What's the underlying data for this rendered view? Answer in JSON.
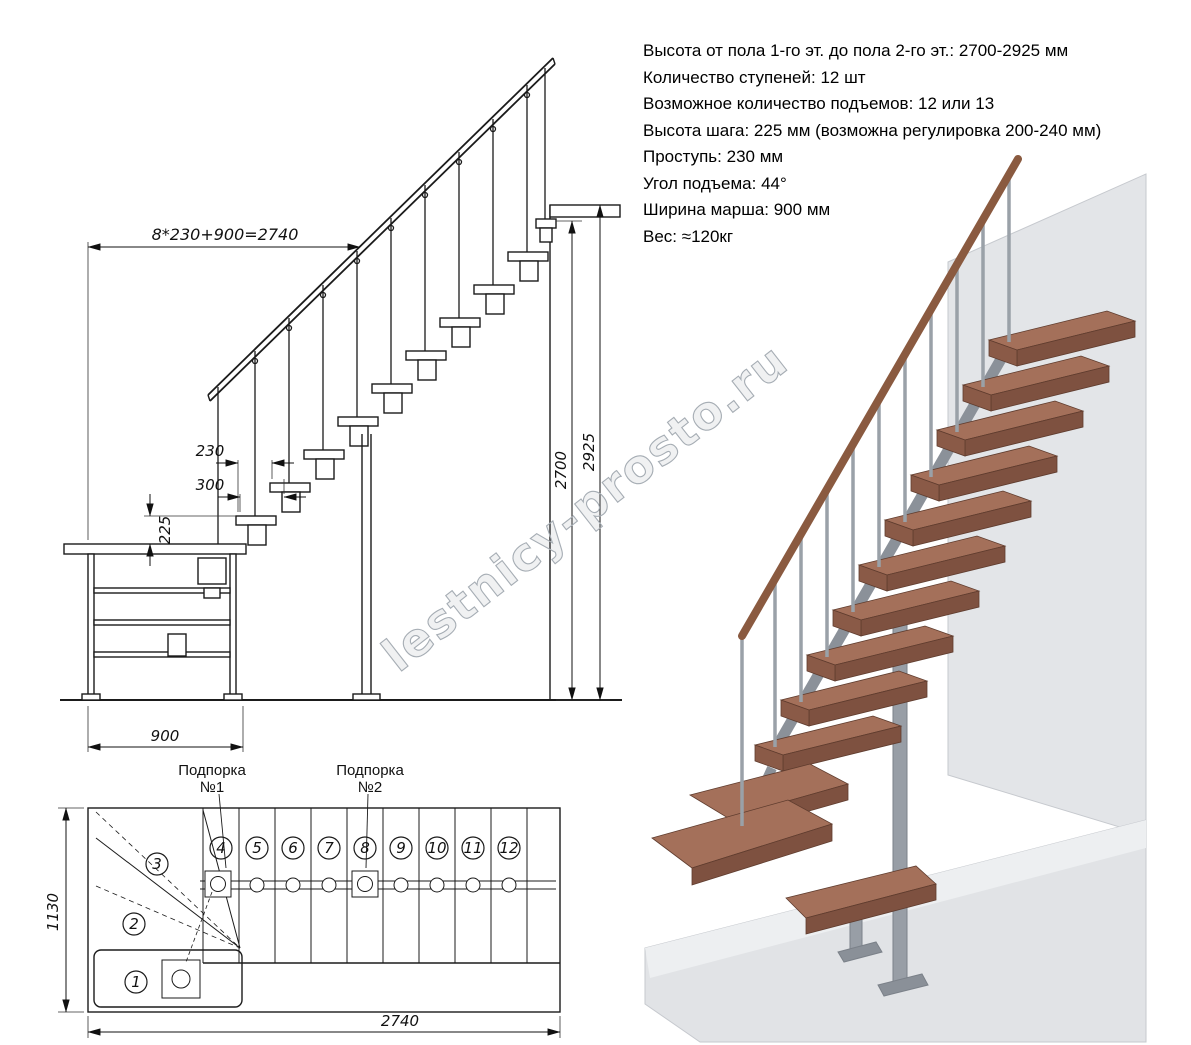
{
  "specs": {
    "lines": [
      "Высота от пола 1-го эт. до пола 2-го эт.: 2700-2925 мм",
      "Количество ступеней: 12 шт",
      "Возможное количество подъемов: 12 или 13",
      "Высота шага: 225 мм (возможна регулировка 200-240 мм)",
      "Проступь: 230 мм",
      "Угол подъема: 44°",
      "Ширина марша: 900 мм",
      "Вес: ≈120кг"
    ]
  },
  "elevation": {
    "dim_total_run": "8*230+900=2740",
    "dim_tread": "230",
    "dim_module": "300",
    "dim_riser": "225",
    "dim_height_current": "2700",
    "dim_height_max": "2925",
    "dim_platform_width": "900"
  },
  "plan": {
    "support1_word": "Подпорка",
    "support1_no": "№1",
    "support2_word": "Подпорка",
    "support2_no": "№2",
    "dim_depth": "1130",
    "dim_length": "2740",
    "steps": [
      "1",
      "2",
      "3",
      "4",
      "5",
      "6",
      "7",
      "8",
      "9",
      "10",
      "11",
      "12"
    ]
  },
  "watermark": {
    "text": "lestnicy-prosto.ru"
  },
  "colors": {
    "line": "#1b1b1b",
    "wood_top": "#a4705a",
    "wood_front": "#7e5140",
    "wood_side": "#8a5a47",
    "handrail": "#8a5a40",
    "metal": "#989ea6",
    "wall": "#e3e5e8",
    "floor": "#e1e3e6"
  }
}
